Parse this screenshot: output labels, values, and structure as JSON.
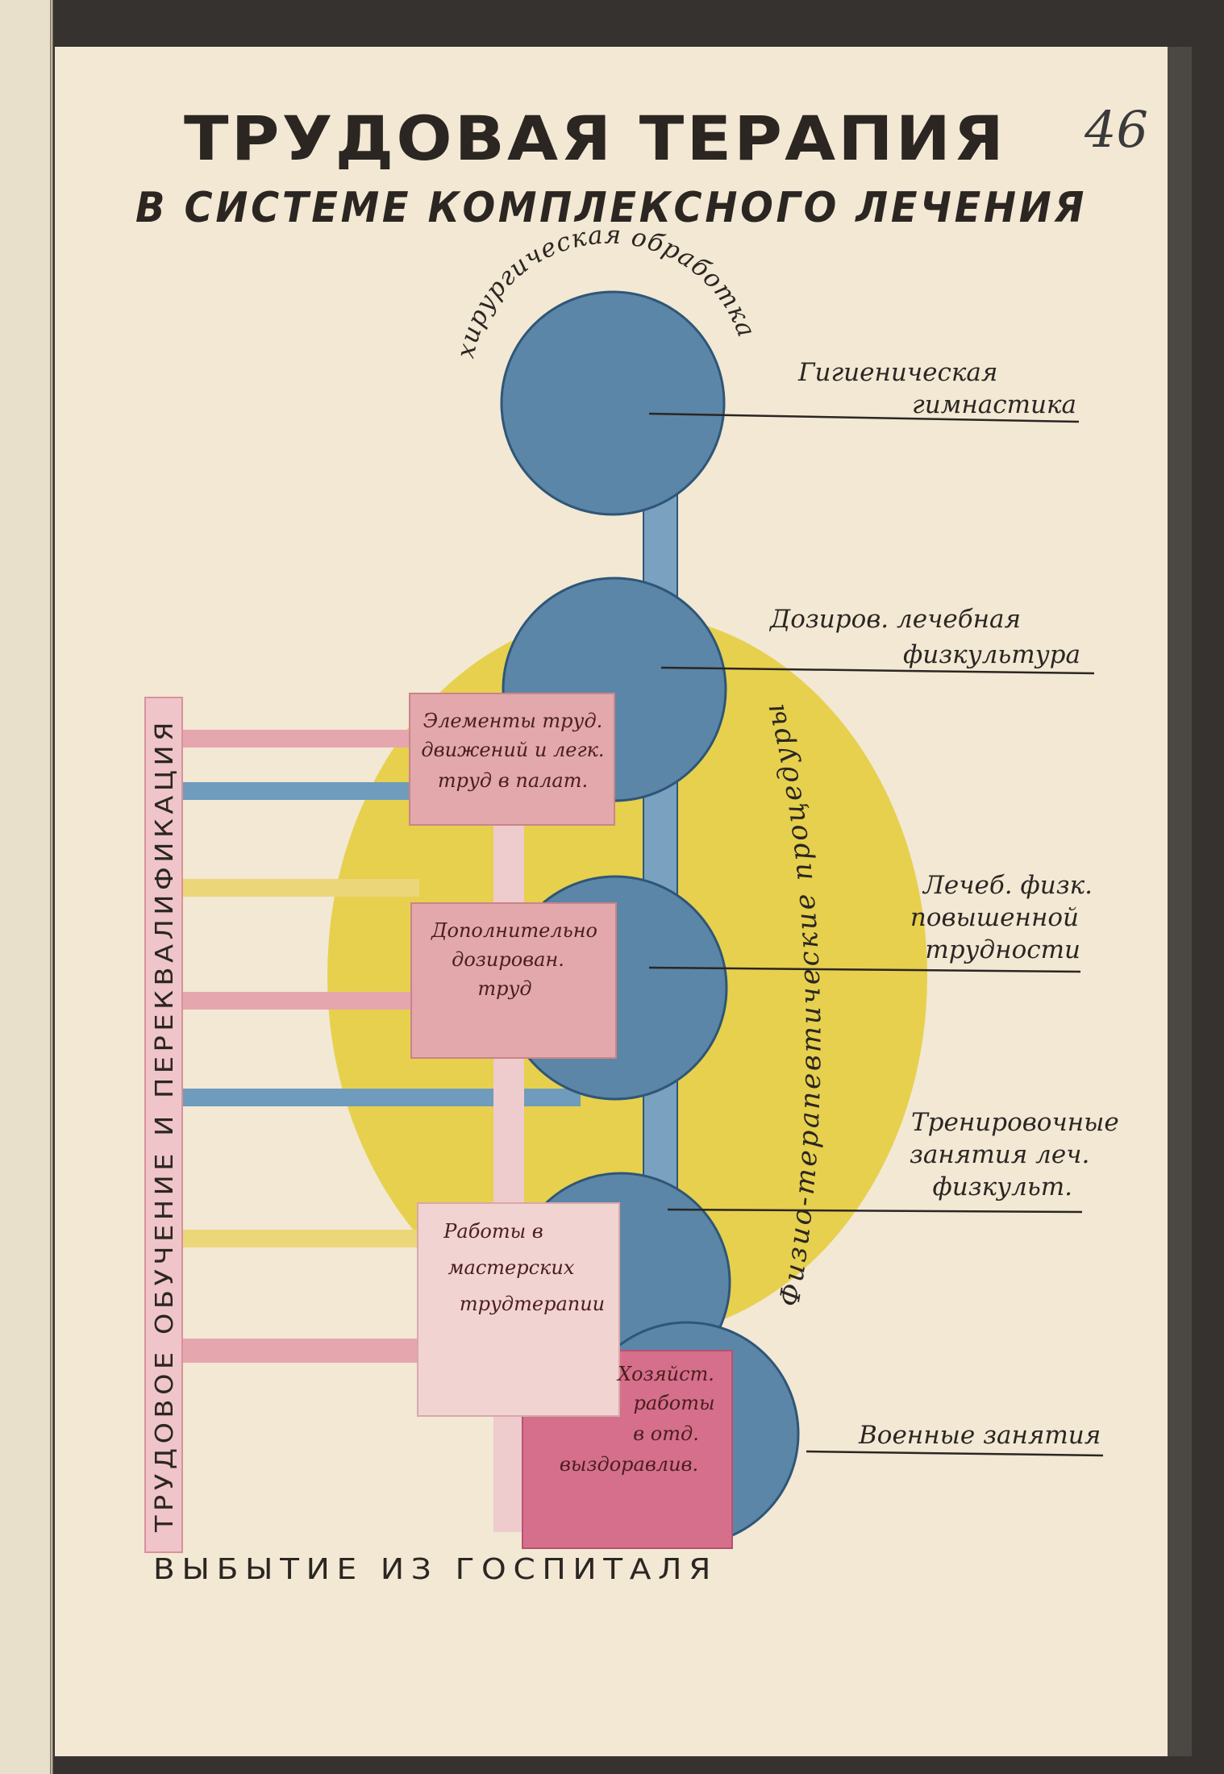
{
  "page_number": "46",
  "title": "ТРУДОВАЯ ТЕРАПИЯ",
  "subtitle": "В СИСТЕМЕ КОМПЛЕКСНОГО ЛЕЧЕНИЯ",
  "arc_top": "хирургическая обработка",
  "arc_middle": "Физио-терапевтические процедуры",
  "vertical_bar": "ТРУДОВОЕ ОБУЧЕНИЕ И ПЕРЕКВАЛИФИКАЦИЯ",
  "bottom_label": "ВЫБЫТИЕ ИЗ ГОСПИТАЛЯ",
  "stages": [
    {
      "line1": "Гигиеническая",
      "line2": "гимнастика",
      "line3": ""
    },
    {
      "line1": "Дозиров.   лечебная",
      "line2": "физкультура",
      "line3": ""
    },
    {
      "line1": "Лечеб. физк.",
      "line2": "повышенной",
      "line3": "трудности"
    },
    {
      "line1": "Тренировочные",
      "line2": "занятия леч.",
      "line3": "физкульт."
    },
    {
      "line1": "Военные занятия",
      "line2": "",
      "line3": ""
    }
  ],
  "boxes": [
    {
      "line1": "Элементы труд.",
      "line2": "движений и легк.",
      "line3": "труд в палат.",
      "line4": ""
    },
    {
      "line1": "Дополнительно",
      "line2": "дозирован.",
      "line3": "труд",
      "line4": ""
    },
    {
      "line1": "Работы в",
      "line2": "мастерских",
      "line3": "трудтерапии",
      "line4": ""
    },
    {
      "line1": "Хозяйст.",
      "line2": "работы",
      "line3": "в отд.",
      "line4": "выздоравлив."
    }
  ],
  "colors": {
    "paper": "#f2e8d4",
    "blue": "#5b86a8",
    "blue_stroke": "#2f5677",
    "yellow": "#e6cd3e",
    "pink_box": "#e2a8ab",
    "pink_light": "#f1d3d1",
    "magenta": "#d56f8b",
    "pink_stripe": "#e6a6ae",
    "blue_stripe": "#6f9bbd",
    "yellow_stripe": "#ecd67a",
    "ink": "#2b2622",
    "ink_red": "#4a1e1e"
  }
}
